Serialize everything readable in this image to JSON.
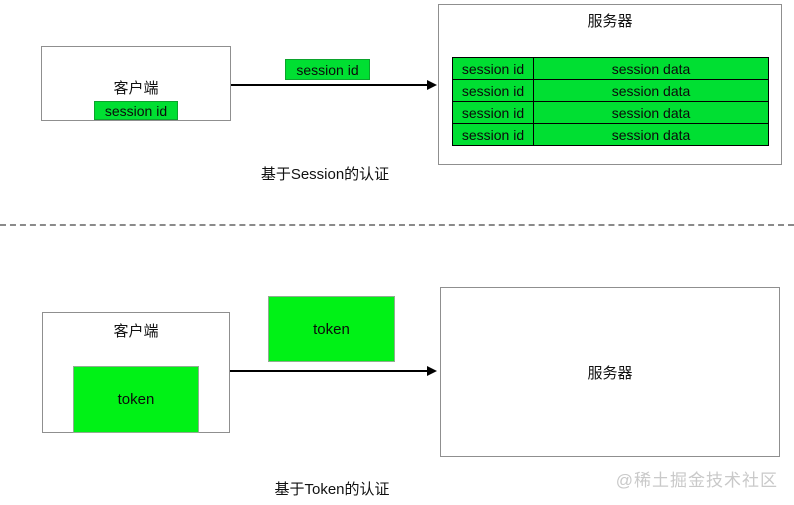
{
  "session_section": {
    "client": {
      "title": "客户端",
      "stored_label": "session id"
    },
    "message_label": "session id",
    "server": {
      "title": "服务器",
      "table": {
        "rows": [
          {
            "id": "session id",
            "data": "session data"
          },
          {
            "id": "session id",
            "data": "session data"
          },
          {
            "id": "session id",
            "data": "session data"
          },
          {
            "id": "session id",
            "data": "session data"
          }
        ]
      }
    },
    "caption": "基于Session的认证"
  },
  "token_section": {
    "client": {
      "title": "客户端",
      "stored_label": "token"
    },
    "message_label": "token",
    "server": {
      "title": "服务器"
    },
    "caption": "基于Token的认证"
  },
  "watermark": "@稀土掘金技术社区",
  "colors": {
    "label_green": "#00df32",
    "big_box_green": "#00f216",
    "label_border_green": "#0ba32c",
    "box_border_gray": "#8f8f8f",
    "table_border_black": "#000000",
    "watermark_gray": "#c9c9c9"
  }
}
